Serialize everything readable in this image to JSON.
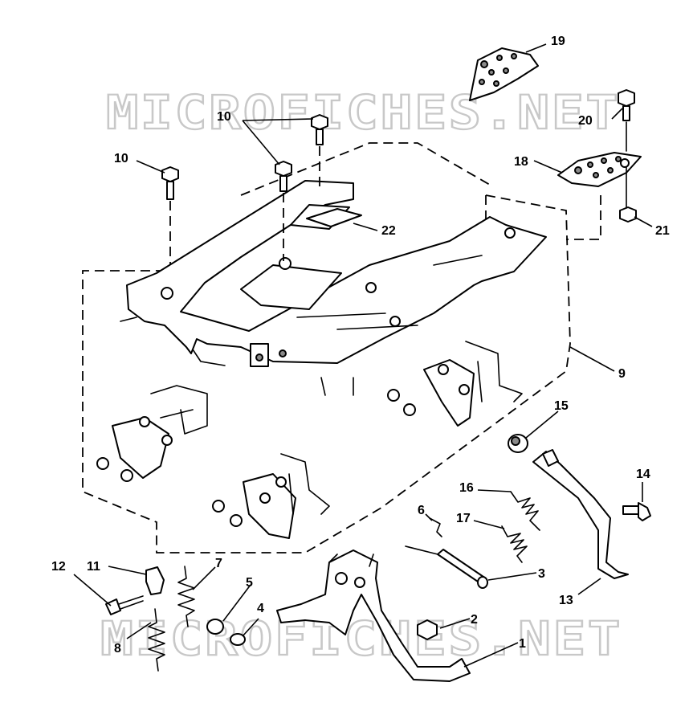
{
  "watermark": {
    "top": "MICROFICHES.NET",
    "bottom": "MICROFICHES.NET"
  },
  "callouts": [
    {
      "id": "1",
      "label": "1"
    },
    {
      "id": "2",
      "label": "2"
    },
    {
      "id": "3",
      "label": "3"
    },
    {
      "id": "4",
      "label": "4"
    },
    {
      "id": "5",
      "label": "5"
    },
    {
      "id": "6",
      "label": "6"
    },
    {
      "id": "7",
      "label": "7"
    },
    {
      "id": "8",
      "label": "8"
    },
    {
      "id": "9",
      "label": "9"
    },
    {
      "id": "10a",
      "label": "10"
    },
    {
      "id": "10b",
      "label": "10"
    },
    {
      "id": "11",
      "label": "11"
    },
    {
      "id": "12",
      "label": "12"
    },
    {
      "id": "13",
      "label": "13"
    },
    {
      "id": "14",
      "label": "14"
    },
    {
      "id": "15",
      "label": "15"
    },
    {
      "id": "16",
      "label": "16"
    },
    {
      "id": "17",
      "label": "17"
    },
    {
      "id": "18",
      "label": "18"
    },
    {
      "id": "19",
      "label": "19"
    },
    {
      "id": "20",
      "label": "20"
    },
    {
      "id": "21",
      "label": "21"
    },
    {
      "id": "22",
      "label": "22"
    }
  ],
  "colors": {
    "line": "#000000",
    "watermark": "#c8c8c8",
    "background": "#ffffff"
  }
}
